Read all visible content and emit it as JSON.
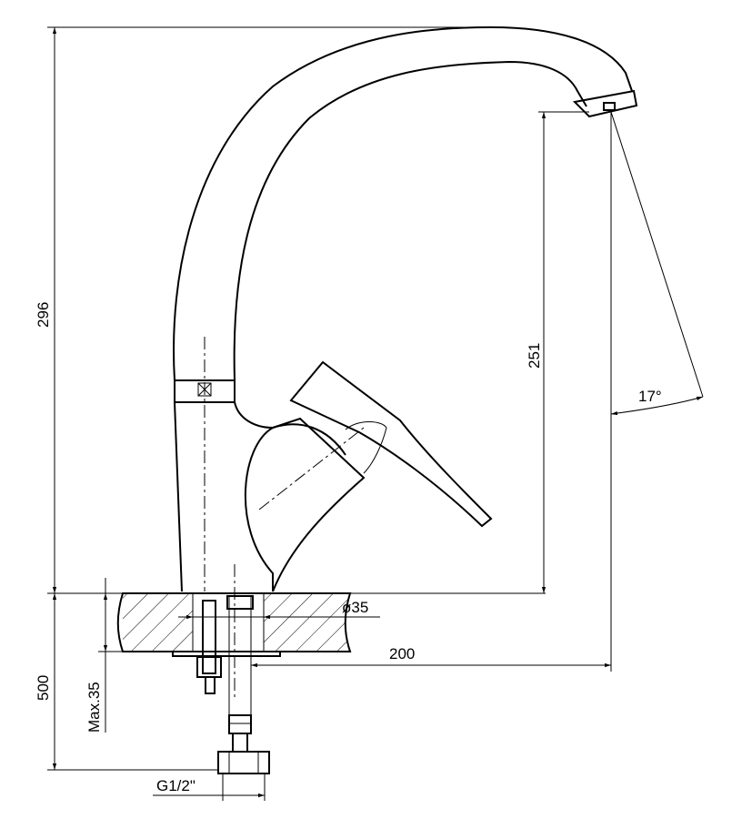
{
  "dimensions": {
    "total_height": "296",
    "spout_height": "251",
    "spout_angle": "17°",
    "hole_diameter": "ø35",
    "spout_reach": "200",
    "hose_length": "500",
    "max_deck_thickness": "Max.35",
    "thread": "G1/2\""
  }
}
